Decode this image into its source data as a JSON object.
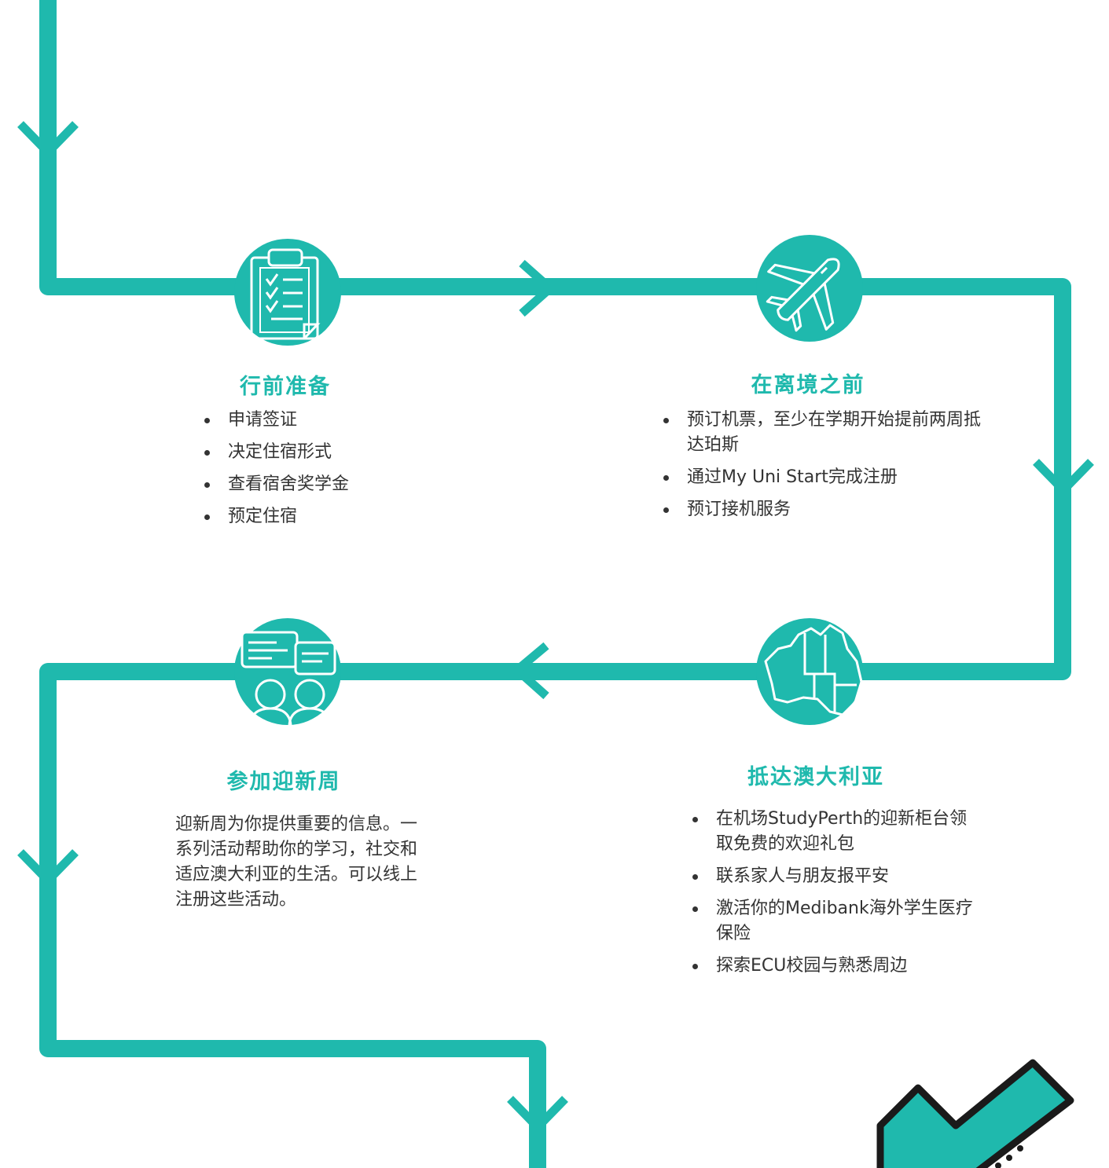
{
  "colors": {
    "accent": "#1fb9ad",
    "text": "#333333",
    "title": "#1fb9ad",
    "outline": "#1a1a1a",
    "background": "#ffffff"
  },
  "steps": [
    {
      "icon": "clipboard-checklist-icon",
      "title": "行前准备",
      "items": [
        "申请签证",
        "决定住宿形式",
        "查看宿舍奖学金",
        "预定住宿"
      ]
    },
    {
      "icon": "airplane-icon",
      "title": "在离境之前",
      "items": [
        "预订机票，至少在学期开始提前两周抵达珀斯",
        "通过My Uni Start完成注册",
        "预订接机服务"
      ]
    },
    {
      "icon": "australia-map-icon",
      "title": "抵达澳大利亚",
      "items": [
        "在机场StudyPerth的迎新柜台领取免费的欢迎礼包",
        "联系家人与朋友报平安",
        "激活你的Medibank海外学生医疗保险",
        "探索ECU校园与熟悉周边"
      ]
    },
    {
      "icon": "orientation-people-icon",
      "title": "参加迎新周",
      "description": "迎新周为你提供重要的信息。一系列活动帮助你的学习，社交和适应澳大利亚的生活。可以线上注册这些活动。"
    }
  ],
  "final_icon": "checkmark-icon"
}
